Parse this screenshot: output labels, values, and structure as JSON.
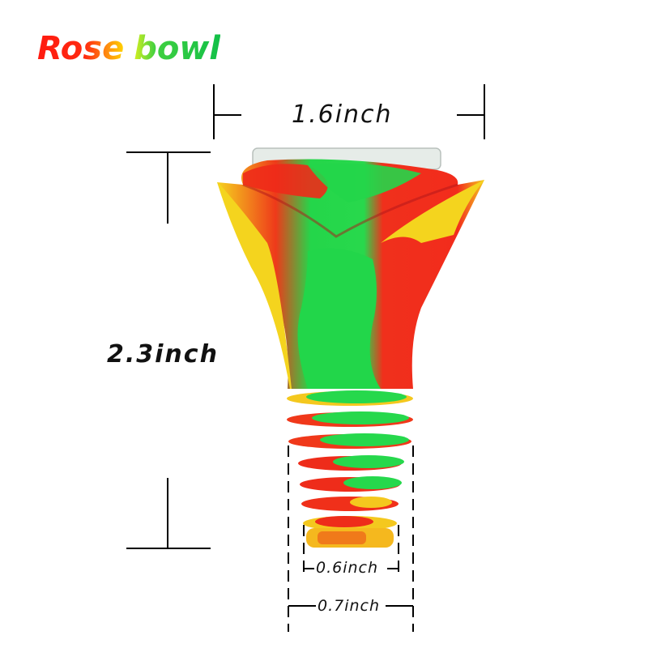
{
  "title": {
    "word1": "Rose",
    "word2": "bowl"
  },
  "dimensions": {
    "top_width": "1.6inch",
    "height": "2.3inch",
    "inner_joint_diameter": "0.6inch",
    "outer_joint_diameter": "0.7inch"
  },
  "product": {
    "name": "Rose bowl",
    "material_colors": [
      "#ff2a1a",
      "#ffd820",
      "#22d84a"
    ]
  }
}
